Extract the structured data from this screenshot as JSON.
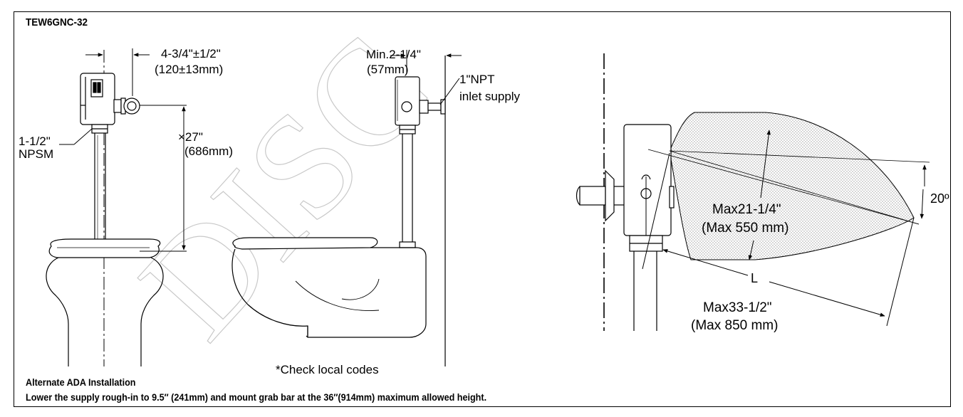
{
  "header": {
    "model": "TEW6GNC-32"
  },
  "watermark": {
    "text": "DISC"
  },
  "front_view": {
    "offset_dim": "4-3/4\"±1/2\"",
    "offset_dim_mm": "(120±13mm)",
    "height_dim": "×27\"",
    "height_dim_mm": "(686mm)",
    "thread_size": "1-1/2\"",
    "thread_type": "NPSM"
  },
  "side_view": {
    "wall_dim": "Min.2-1/4\"",
    "wall_dim_mm": "(57mm)",
    "inlet_size": "1\"NPT",
    "inlet_label": "inlet supply",
    "footnote": "*Check local codes"
  },
  "sensor_view": {
    "range_width": "Max21-1/4\"",
    "range_width_mm": "(Max 550 mm)",
    "angle": "20º",
    "distance_symbol": "L",
    "range_length": "Max33-1/2\"",
    "range_length_mm": "(Max 850 mm)"
  },
  "notes": {
    "title": "Alternate ADA Installation",
    "body": "Lower the supply rough-in to 9.5″ (241mm) and mount grab bar at the 36″(914mm) maximum allowed height."
  },
  "colors": {
    "line": "#000000",
    "stipple": "#9a9a9a",
    "watermark": "#c8c8c8"
  }
}
